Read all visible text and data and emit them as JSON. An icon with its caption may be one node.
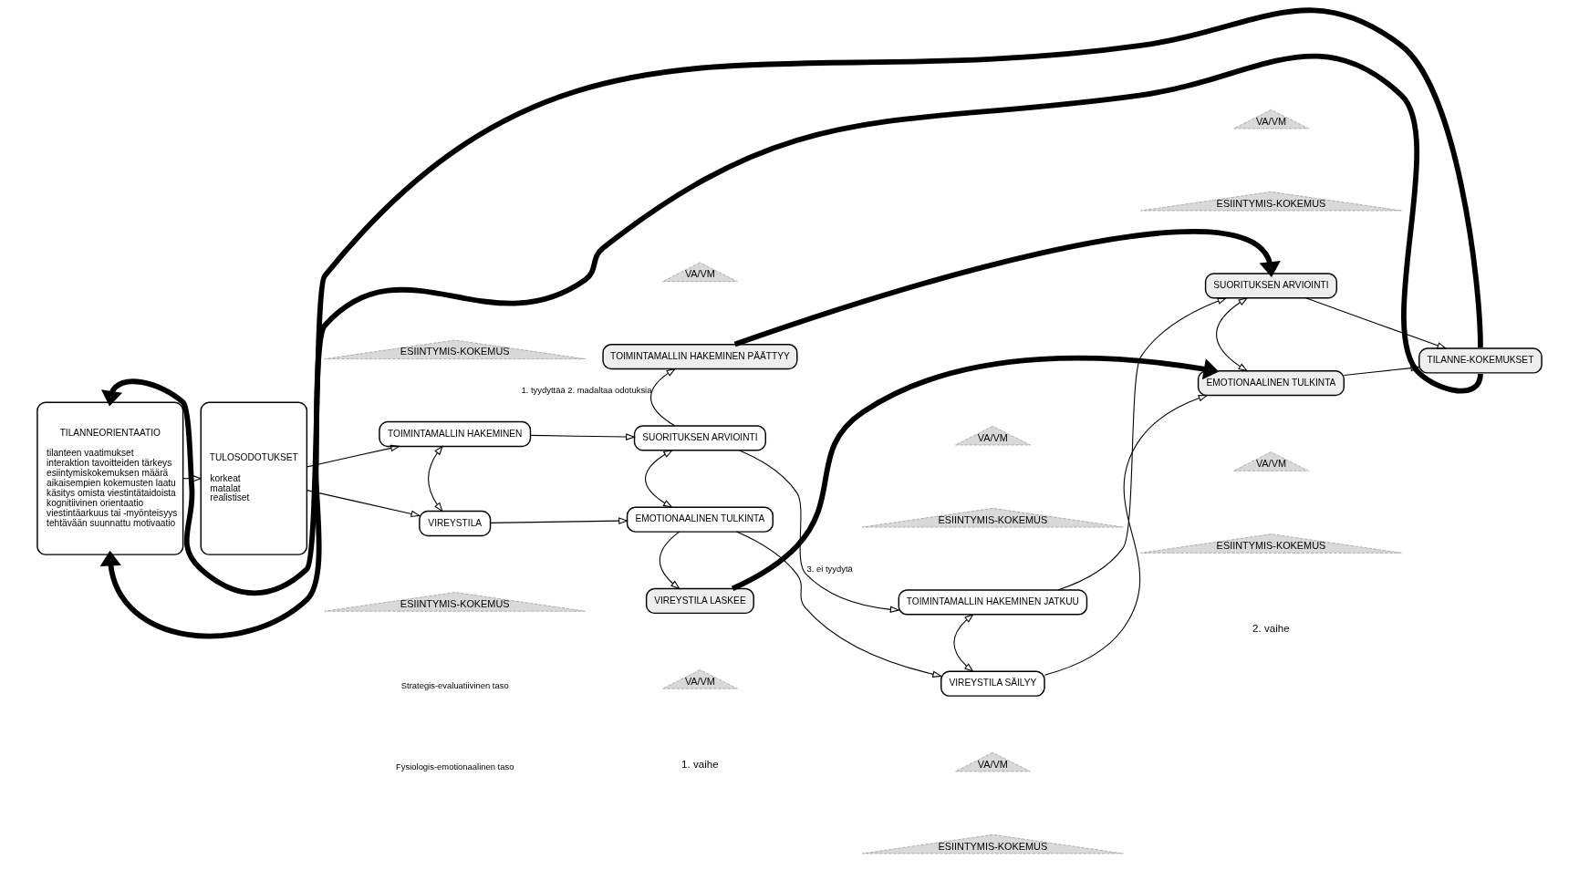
{
  "diagram": {
    "nodes": [
      {
        "text": [
          "TILANNEORIENTAATIO",
          "tilanteen vaatimukset",
          "interaktion tavoitteiden tärkeys",
          "esiintymiskokemuksen määrä",
          "aikaisempien kokemusten laatu",
          "käsitys omista viestintätaidoista",
          "kognitiivinen orientaatio",
          "viestintäarkuus tai -myönteisyys",
          "tehtävään suunnattu motivaatio"
        ]
      },
      {
        "text": [
          "TULOSODOTUKSET",
          "korkeat",
          "matalat",
          "realistiset"
        ]
      },
      {
        "text": [
          "TOIMINTAMALLIN HAKEMINEN PÄÄTTYY"
        ]
      },
      {
        "text": [
          "ESIINTYMIS-KOKEMUS"
        ]
      },
      {
        "text": [
          "VA/VM"
        ]
      },
      {
        "text": [
          "VA/VM"
        ]
      },
      {
        "text": [
          "ESIINTYMIS-KOKEMUS"
        ]
      },
      {
        "text": [
          "VA/VM"
        ]
      },
      {
        "text": [
          "ESIINTYMIS-KOKEMUS"
        ]
      },
      {
        "text": [
          "TOIMINTAMALLIN HAKEMINEN"
        ]
      },
      {
        "text": [
          "SUORITUKSEN ARVIOINTI"
        ]
      },
      {
        "text": [
          "TOIMINTAMALLIN HAKEMINEN JATKUU"
        ]
      },
      {
        "text": [
          "SUORITUKSEN ARVIOINTI"
        ]
      },
      {
        "text": [
          "TILANNE-KOKEMUKSET"
        ]
      },
      {
        "text": [
          "VIREYSTILA"
        ]
      },
      {
        "text": [
          "EMOTIONAALINEN TULKINTA"
        ]
      },
      {
        "text": [
          "VIREYSTILA SÄILYY"
        ]
      },
      {
        "text": [
          "EMOTIONAALINEN TULKINTA"
        ]
      },
      {
        "text": [
          "ESIINTYMIS-KOKEMUS"
        ]
      },
      {
        "text": [
          "VA/VM"
        ]
      },
      {
        "text": [
          "VIREYSTILA LASKEE"
        ]
      },
      {
        "text": [
          "VA/VM"
        ]
      },
      {
        "text": [
          "ESIINTYMIS-KOKEMUS"
        ]
      },
      {
        "text": [
          "VA/VM"
        ]
      },
      {
        "text": [
          "ESIINTYMIS-KOKEMUS"
        ]
      }
    ],
    "edges": [
      {
        "from": 0,
        "to": 1,
        "arrow": "to"
      },
      {
        "from": 1,
        "to": 9,
        "arrow": "to"
      },
      {
        "from": 1,
        "to": 14,
        "arrow": "to"
      },
      {
        "from": 9,
        "to": 10,
        "arrow": "to"
      },
      {
        "from": 10,
        "to": 2,
        "arrow": "to",
        "label": "1. tyydyttää 2. madaltaa odotuksia"
      },
      {
        "from": 10,
        "to": 11,
        "arrow": "to",
        "label": "3. ei tyydytä"
      },
      {
        "from": 11,
        "to": 12,
        "arrow": "to"
      },
      {
        "from": 2,
        "to": 12,
        "arrow": "to",
        "style": "thick"
      },
      {
        "from": 12,
        "to": 13,
        "arrow": "to"
      },
      {
        "from": 14,
        "to": 15,
        "arrow": "to"
      },
      {
        "from": 15,
        "to": 16,
        "arrow": "to"
      },
      {
        "from": 15,
        "to": 20,
        "arrow": "to"
      },
      {
        "from": 16,
        "to": 17,
        "arrow": "to"
      },
      {
        "from": 20,
        "to": 17,
        "arrow": "to",
        "style": "thick"
      },
      {
        "from": 17,
        "to": 13,
        "arrow": "to"
      },
      {
        "from": 9,
        "to": 14,
        "arrow": "both"
      },
      {
        "from": 10,
        "to": 15,
        "arrow": "both"
      },
      {
        "from": 11,
        "to": 16,
        "arrow": "both"
      },
      {
        "from": 12,
        "to": 17,
        "arrow": "both"
      },
      {
        "from": 13,
        "to": 0,
        "arrow": "to",
        "style": "thick"
      },
      {
        "from": 13,
        "to": 0,
        "arrow": "to",
        "style": "thick"
      }
    ],
    "labels": [
      "Strategis-evaluatiivinen taso",
      "Fysiologis-emotionaalinen taso",
      "1. vaihe",
      "2. vaihe"
    ]
  }
}
